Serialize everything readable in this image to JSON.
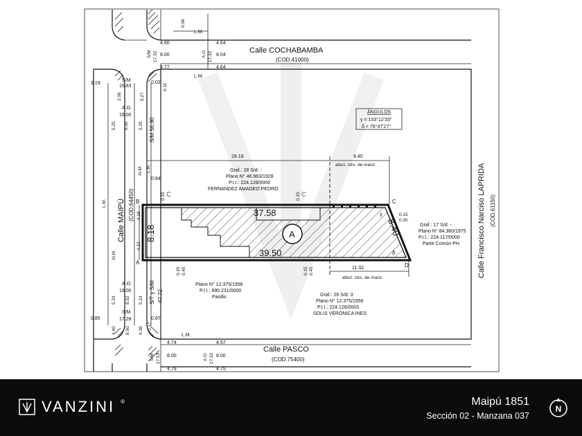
{
  "streets": {
    "north": {
      "name": "Calle COCHABAMBA",
      "code": "(COD.41000)"
    },
    "south": {
      "name": "Calle PASCO",
      "code": "(COD.75400)"
    },
    "west": {
      "name": "Calle MAIPÚ",
      "code": "(COD.64450)"
    },
    "east": {
      "name": "Calle Francisco Narciso LAPRIDA",
      "code": "(COD.61150)"
    }
  },
  "angles_box": {
    "title": "ÁNGULOS",
    "gamma": "γ = 103°12'33\"",
    "delta": "δ = 76°47'27\""
  },
  "lot": {
    "label": "A",
    "corner_a": "A",
    "corner_b": "B",
    "corner_c": "C",
    "corner_d": "D",
    "top_len": "37.58",
    "bottom_len": "39.50",
    "left_len": "8.18",
    "right_len": "8.40",
    "gamma": "γ",
    "delta": "δ",
    "dims_top_total": "28.18",
    "dims_top_right": "9.40",
    "dims_bottom_right": "11.32",
    "afect_top": "afect. ctro. de manz.",
    "afect_bottom": "afect. ctro. de manz.",
    "offset_b": "0.84",
    "left_small1": "4.18",
    "left_small2": "4.23",
    "right_small1": "0.15",
    "right_small2": "0.30",
    "top_off1": "0.15",
    "top_off1b": "(*)",
    "top_off2": "0.15",
    "top_off2b": "(*)",
    "bot_off1": "0.15",
    "bot_off1b": "0.45",
    "bot_off2": "0.15",
    "bot_off2b": "0.45"
  },
  "neighbors": {
    "north_line1": "Graf.: 28 S/d: -",
    "north_line2": "Plano N° 46.963/1928",
    "north_line3": "P.I.I.: 224.128/0000",
    "north_line4": "FERNANDEZ AMADEO PEDRO",
    "east_line1": "Graf.: 17 S/d: -",
    "east_line2": "Plano N° 84.360/1975",
    "east_line3": "P.I.I.: 224.117/0000",
    "east_line4": "Parte Común PH",
    "sw_line1": "Plano N° 12.375/1956",
    "sw_line2": "P.I.I.: 990.231/0000",
    "sw_line3": "Pasillo",
    "south_line1": "Graf.: 26 S/d: 3",
    "south_line2": "Plano N° 12.375/1956",
    "south_line3": "P.I.I.: 224.126/0003",
    "south_line4": "SOLIS VERONICA INES"
  },
  "left_labels": {
    "v_3_19": "3.19",
    "v_sm1": "S/M",
    "v_15_83": "15.83",
    "v_0_02": "0.02",
    "v_2_06": "2.06",
    "v_5_27": "5.27",
    "v_ao": "A.O.",
    "v_19_00": "19.00",
    "v_5_25a": "5.25",
    "v_8_50a": "8.50",
    "v_5_25b": "5.25",
    "v_sm56": "S/M 56.90",
    "v_lm1": "L.M.",
    "v_alm1": "Al.M.",
    "v_lm2": "L.M.",
    "v_alm2": "Al.M.",
    "v_ao2": "A.O.",
    "v_19_00b": "19.00",
    "v_5_24": "5.24",
    "v_8_52": "8.52",
    "v_5_24b": "5.24",
    "v_st": "S/T y S/M",
    "v_47_72": "47.72",
    "v_sm2": "S/M",
    "v_17_28": "17.28",
    "v_0_85": "0.85",
    "v_0_87": "0.87",
    "v_4_40": "4.40",
    "v_8_50c": "8.50",
    "v_4_38": "4.38",
    "v_0_17": "0.17"
  },
  "top_labels": {
    "t_0_06": "0.06",
    "t_lm": "L.M.",
    "t_4_60": "4.60",
    "t_4_64a": "4.64",
    "t_sm": "S/M",
    "t_17_32a": "17.32",
    "t_8_00a": "8.00",
    "t_ao": "A.O.",
    "t_17_32b": "17.32",
    "t_8_04": "8.04",
    "t_4_77": "4.77",
    "t_4_64b": "4.64",
    "t_0_11": "0.11",
    "t_lm2": "L.M."
  },
  "bottom_labels": {
    "b_lm": "L.M.",
    "b_4_74": "4.74",
    "b_4_57": "4.57",
    "b_sm": "S/M",
    "b_17_53": "17.53",
    "b_8_00a": "8.00",
    "b_ao": "A.O.",
    "b_17_32": "17.32",
    "b_8_00b": "8.00",
    "b_4_79": "4.79",
    "b_4_75": "4.75"
  },
  "footer": {
    "brand": "VANZINI",
    "reg": "®",
    "title": "Maipú 1851",
    "subtitle": "Sección 02 - Manzana 037",
    "compass": "N"
  }
}
